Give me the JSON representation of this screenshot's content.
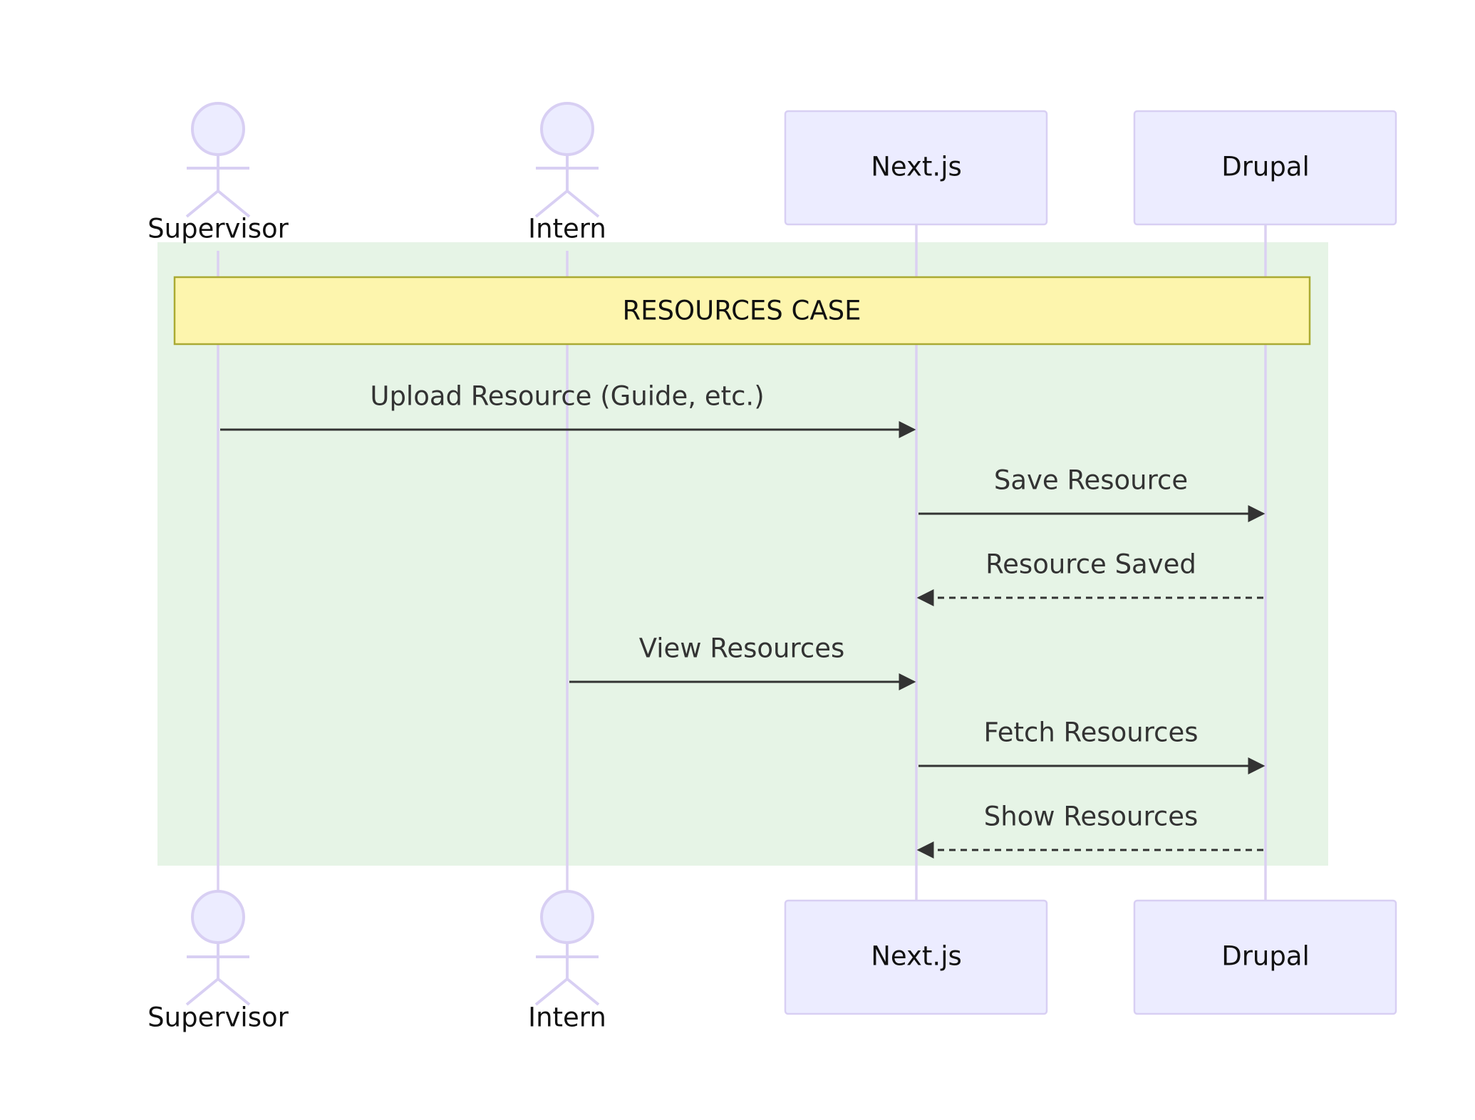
{
  "participants": [
    {
      "id": "supervisor",
      "label": "Supervisor",
      "kind": "actor"
    },
    {
      "id": "intern",
      "label": "Intern",
      "kind": "actor"
    },
    {
      "id": "nextjs",
      "label": "Next.js",
      "kind": "box"
    },
    {
      "id": "drupal",
      "label": "Drupal",
      "kind": "box"
    }
  ],
  "note": {
    "text": "RESOURCES CASE"
  },
  "messages": [
    {
      "from": "supervisor",
      "to": "nextjs",
      "label": "Upload Resource (Guide, etc.)",
      "style": "solid"
    },
    {
      "from": "nextjs",
      "to": "drupal",
      "label": "Save Resource",
      "style": "solid"
    },
    {
      "from": "drupal",
      "to": "nextjs",
      "label": "Resource Saved",
      "style": "dashed"
    },
    {
      "from": "intern",
      "to": "nextjs",
      "label": "View Resources",
      "style": "solid"
    },
    {
      "from": "nextjs",
      "to": "drupal",
      "label": "Fetch Resources",
      "style": "solid"
    },
    {
      "from": "drupal",
      "to": "nextjs",
      "label": "Show Resources",
      "style": "dashed"
    }
  ],
  "colors": {
    "participant_fill": "#ececff",
    "participant_stroke": "#d8cff3",
    "lifeline": "#dbd0f2",
    "rect_block_fill": "#e6f4e6",
    "note_fill": "#fdf5ad",
    "note_stroke": "#aaaa33",
    "message_line": "#333333"
  }
}
